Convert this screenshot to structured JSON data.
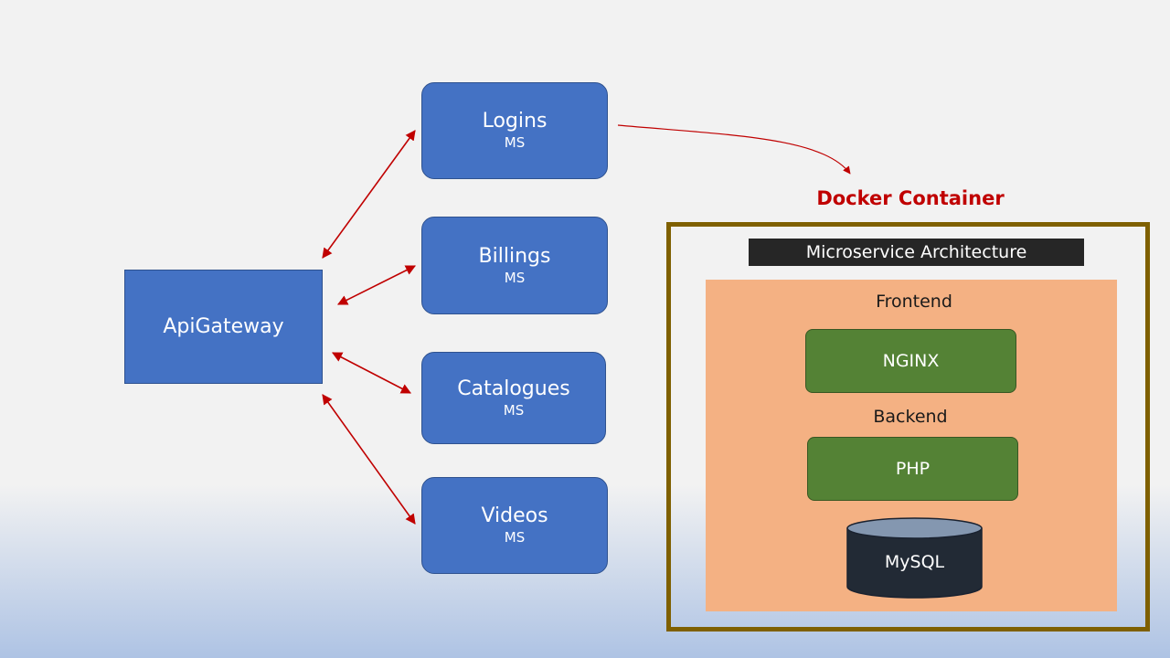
{
  "gateway": {
    "label": "ApiGateway"
  },
  "services": [
    {
      "title": "Logins",
      "subtitle": "MS"
    },
    {
      "title": "Billings",
      "subtitle": "MS"
    },
    {
      "title": "Catalogues",
      "subtitle": "MS"
    },
    {
      "title": "Videos",
      "subtitle": "MS"
    }
  ],
  "docker": {
    "title": "Docker Container",
    "banner": "Microservice Architecture",
    "frontend_label": "Frontend",
    "frontend_component": "NGINX",
    "backend_label": "Backend",
    "backend_component": "PHP",
    "database": "MySQL"
  },
  "colors": {
    "service_box": "#4472c4",
    "arrow": "#c00000",
    "docker_title": "#c00000",
    "frame": "#7f6000",
    "panel": "#f4b183",
    "component": "#548235",
    "database": "#222a35"
  }
}
